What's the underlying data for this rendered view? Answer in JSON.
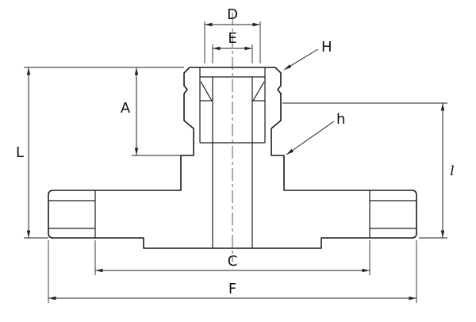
{
  "drawing": {
    "labels": {
      "d": "D",
      "e": "E",
      "h_cap": "H",
      "h_small": "h",
      "a": "A",
      "l_big": "L",
      "l_small": "l",
      "c": "C",
      "f": "F"
    },
    "colors": {
      "background": "#ffffff",
      "line": "#1c1c1c",
      "dimension": "#222222"
    }
  }
}
